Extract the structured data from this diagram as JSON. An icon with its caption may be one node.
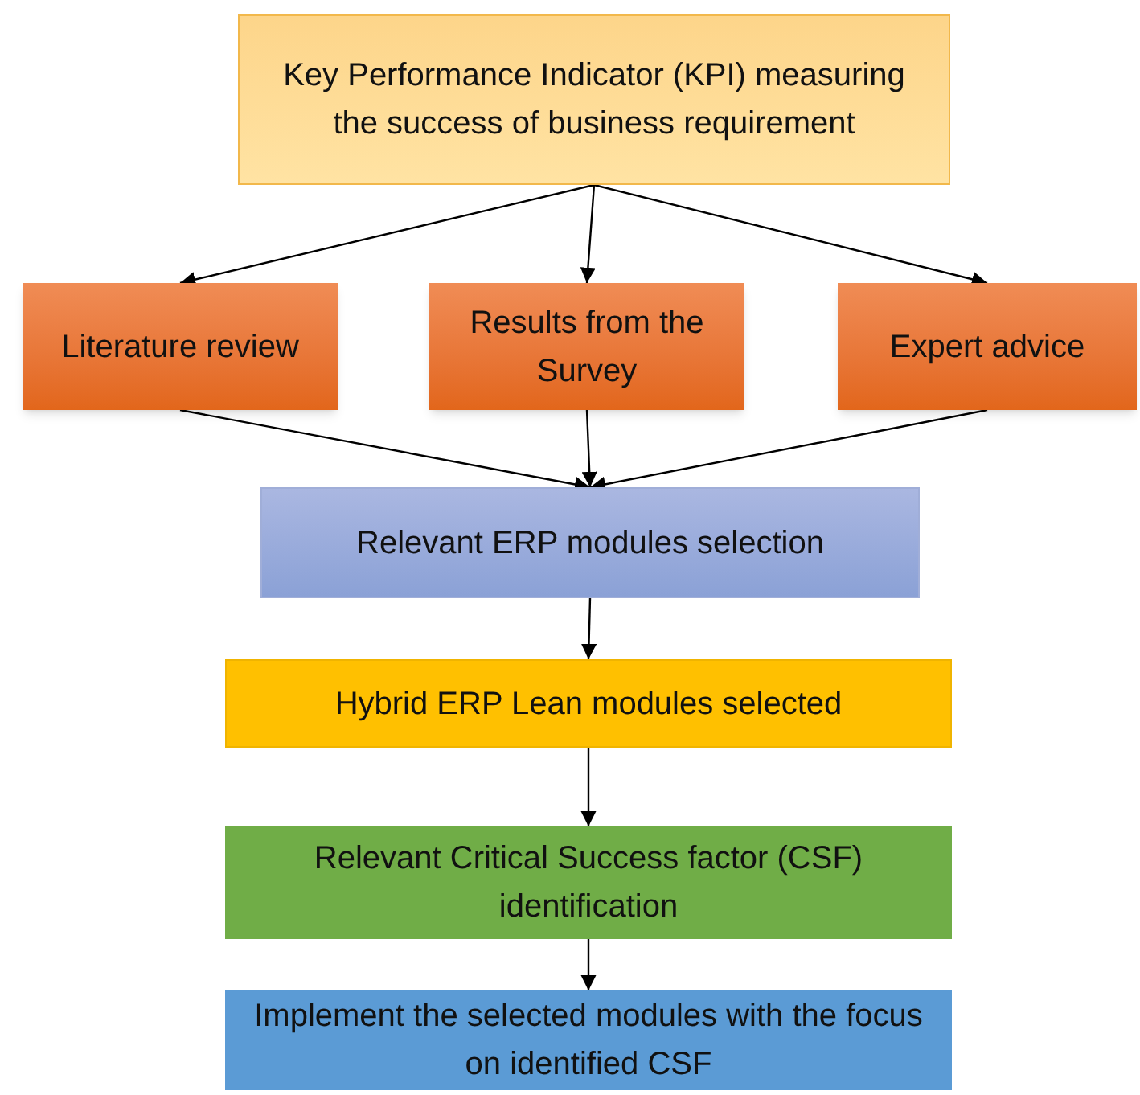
{
  "diagram": {
    "nodes": [
      {
        "text": [
          "Key Performance Indicator (KPI) measuring the success of business requirement"
        ]
      },
      {
        "text": [
          "Literature review"
        ]
      },
      {
        "text": [
          "Results from the Survey"
        ]
      },
      {
        "text": [
          "Expert advice"
        ]
      },
      {
        "text": [
          "Relevant ERP modules selection"
        ]
      },
      {
        "text": [
          "Hybrid ERP Lean modules selected"
        ]
      },
      {
        "text": [
          "Relevant Critical Success factor (CSF) identification"
        ]
      },
      {
        "text": [
          "Implement the selected modules with the focus on identified CSF"
        ]
      }
    ],
    "edges": [
      {
        "from": 0,
        "to": 1,
        "arrow": "to"
      },
      {
        "from": 0,
        "to": 2,
        "arrow": "to"
      },
      {
        "from": 0,
        "to": 3,
        "arrow": "to"
      },
      {
        "from": 1,
        "to": 4,
        "arrow": "to"
      },
      {
        "from": 2,
        "to": 4,
        "arrow": "to"
      },
      {
        "from": 3,
        "to": 4,
        "arrow": "to"
      },
      {
        "from": 4,
        "to": 5,
        "arrow": "to"
      },
      {
        "from": 5,
        "to": 6,
        "arrow": "to"
      },
      {
        "from": 6,
        "to": 7,
        "arrow": "to"
      }
    ]
  }
}
